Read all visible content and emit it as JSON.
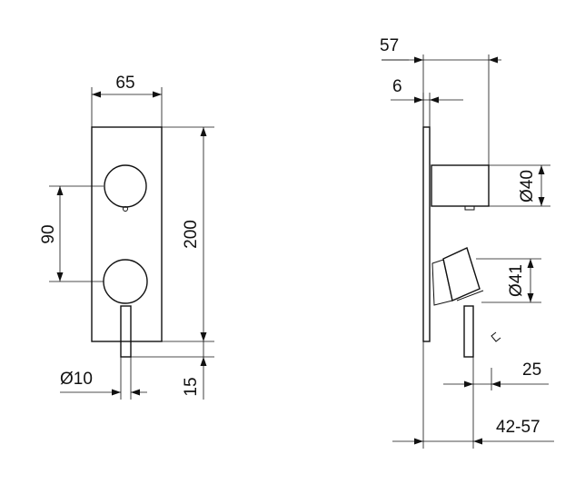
{
  "dimensions": {
    "front_width": "65",
    "front_height": "200",
    "front_spacing": "90",
    "front_lever_diameter": "Ø10",
    "front_lever_extension": "15",
    "side_depth": "57",
    "side_plate_thickness": "6",
    "side_handle_diameter": "Ø40",
    "side_lever_diameter": "Ø41",
    "side_offset": "25",
    "side_range": "42-57"
  }
}
